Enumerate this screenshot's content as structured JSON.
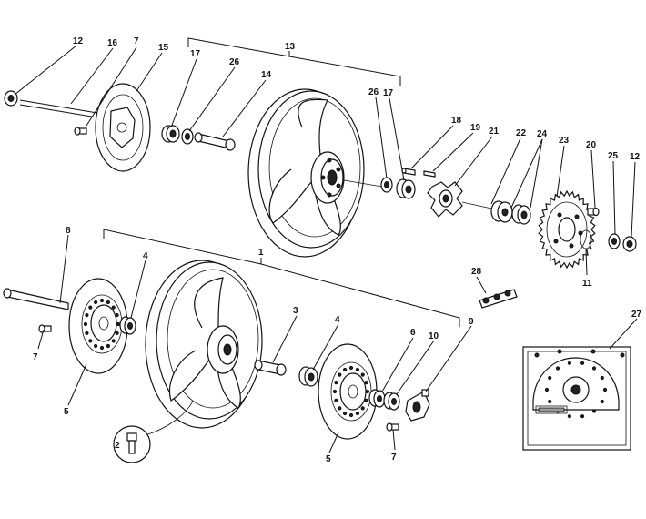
{
  "callouts": [
    {
      "id": "c12a",
      "text": "12"
    },
    {
      "id": "c16",
      "text": "16"
    },
    {
      "id": "c7a",
      "text": "7"
    },
    {
      "id": "c15",
      "text": "15"
    },
    {
      "id": "c17a",
      "text": "17"
    },
    {
      "id": "c26a",
      "text": "26"
    },
    {
      "id": "c14",
      "text": "14"
    },
    {
      "id": "c13",
      "text": "13"
    },
    {
      "id": "c26b",
      "text": "26"
    },
    {
      "id": "c17b",
      "text": "17"
    },
    {
      "id": "c18",
      "text": "18"
    },
    {
      "id": "c19",
      "text": "19"
    },
    {
      "id": "c21",
      "text": "21"
    },
    {
      "id": "c22",
      "text": "22"
    },
    {
      "id": "c24",
      "text": "24"
    },
    {
      "id": "c23",
      "text": "23"
    },
    {
      "id": "c20",
      "text": "20"
    },
    {
      "id": "c25",
      "text": "25"
    },
    {
      "id": "c12b",
      "text": "12"
    },
    {
      "id": "c11",
      "text": "11"
    },
    {
      "id": "c8",
      "text": "8"
    },
    {
      "id": "c1",
      "text": "1"
    },
    {
      "id": "c4a",
      "text": "4"
    },
    {
      "id": "c7b",
      "text": "7"
    },
    {
      "id": "c5a",
      "text": "5"
    },
    {
      "id": "c28",
      "text": "28"
    },
    {
      "id": "c9",
      "text": "9"
    },
    {
      "id": "c27",
      "text": "27"
    },
    {
      "id": "c3",
      "text": "3"
    },
    {
      "id": "c4b",
      "text": "4"
    },
    {
      "id": "c6",
      "text": "6"
    },
    {
      "id": "c10",
      "text": "10"
    },
    {
      "id": "c2",
      "text": "2"
    },
    {
      "id": "c5b",
      "text": "5"
    },
    {
      "id": "c7c",
      "text": "7"
    }
  ],
  "icons": {
    "rear_wheel": "rear-wheel-icon",
    "front_wheel": "front-wheel-icon",
    "sprocket": "sprocket-icon",
    "brake_disc": "brake-disc-icon",
    "chain_link": "chain-link-icon",
    "template_plate": "sprocket-template-icon"
  }
}
